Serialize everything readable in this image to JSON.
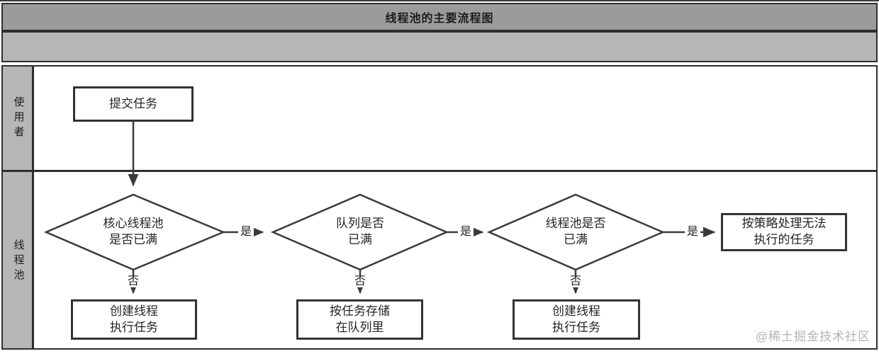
{
  "title": "线程池的主要流程图",
  "lanes": {
    "user": "使用者",
    "pool": "线程池"
  },
  "nodes": {
    "submit_task": "提交任务",
    "core_pool_full": "核心线程池\n是否已满",
    "queue_full": "队列是否\n已满",
    "pool_full": "线程池是否\n已满",
    "reject_policy": "按策略处理无法\n执行的任务",
    "create_thread_1": "创建线程\n执行任务",
    "store_in_queue": "按任务存储\n在队列里",
    "create_thread_2": "创建线程\n执行任务"
  },
  "edge_labels": {
    "yes": "是",
    "no": "否"
  },
  "watermark": "@稀土掘金技术社区",
  "colors": {
    "title_bar_bg": "#9b9b9b",
    "sub_bar_bg": "#b6b6b6",
    "lane_label_bg": "#b6b6b6",
    "line": "#3a3a3a",
    "node_border": "#333333",
    "text": "#242424",
    "watermark": "#b3b3b3"
  }
}
